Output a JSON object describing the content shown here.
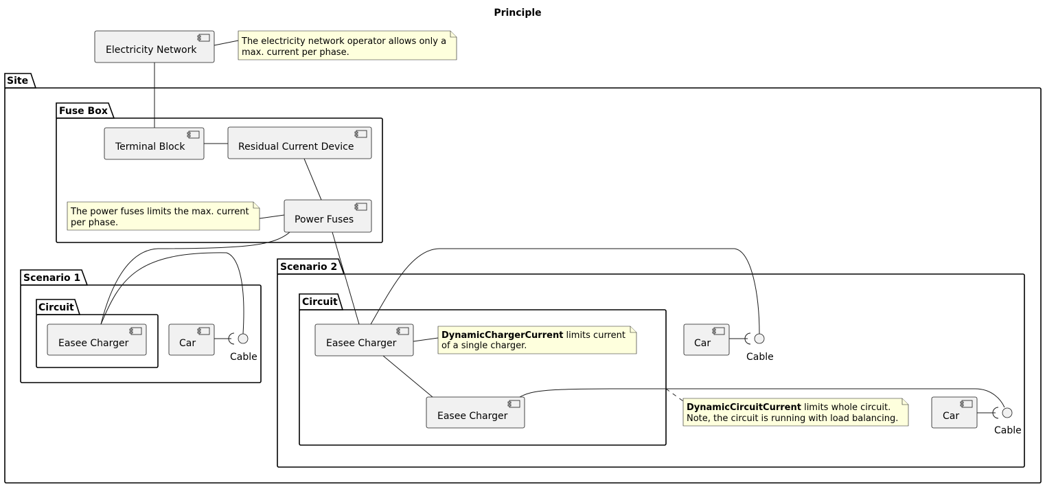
{
  "title": "Principle",
  "packages": {
    "site": "Site",
    "fuse_box": "Fuse Box",
    "scenario1": "Scenario 1",
    "scenario1_circuit": "Circuit",
    "scenario2": "Scenario 2",
    "scenario2_circuit": "Circuit"
  },
  "components": {
    "electricity_network": "Electricity Network",
    "terminal_block": "Terminal Block",
    "residual_current_device": "Residual Current Device",
    "power_fuses": "Power Fuses",
    "s1_charger": "Easee Charger",
    "s1_car": "Car",
    "s2_charger_a": "Easee Charger",
    "s2_charger_b": "Easee Charger",
    "s2_car_a": "Car",
    "s2_car_b": "Car"
  },
  "interfaces": {
    "s1_cable": "Cable",
    "s2_cable_a": "Cable",
    "s2_cable_b": "Cable"
  },
  "notes": {
    "network": {
      "line1": "The electricity network operator allows only a",
      "line2": "max. current per phase."
    },
    "fuses": {
      "line1": "The power fuses limits the max. current",
      "line2": "per phase."
    },
    "charger_current": {
      "bold": "DynamicChargerCurrent",
      "rest1": " limits current",
      "line2": "of a single charger."
    },
    "circuit_current": {
      "bold": "DynamicCircuitCurrent",
      "rest1": " limits whole circuit.",
      "line2": "Note, the circuit is running with load balancing."
    }
  }
}
